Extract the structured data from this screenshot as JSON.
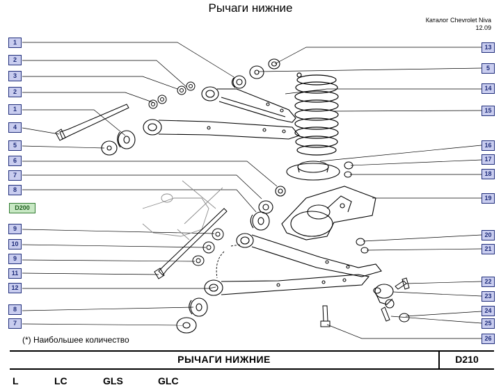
{
  "header": {
    "title": "Рычаги нижние",
    "catalog": "Каталог Chevrolet Niva",
    "date": "12.09"
  },
  "note": "(*) Наибольшее количество",
  "footer": {
    "title": "РЫЧАГИ   НИЖНИЕ",
    "code": "D210",
    "trims": [
      "L",
      "LC",
      "GLS",
      "GLC"
    ]
  },
  "reference": "D200",
  "callouts_left": [
    "1",
    "2",
    "3",
    "2",
    "1",
    "4",
    "5",
    "6",
    "7",
    "8",
    "9",
    "10",
    "9",
    "11",
    "12",
    "8",
    "7"
  ],
  "callouts_right": [
    "13",
    "5",
    "14",
    "15",
    "16",
    "17",
    "18",
    "19",
    "20",
    "21",
    "22",
    "23",
    "24",
    "25",
    "26"
  ],
  "colors": {
    "callout_fill": "#c9cdef",
    "callout_border": "#1e2c7a",
    "reference_fill": "#c8e8c4",
    "reference_border": "#2f7a2f"
  }
}
